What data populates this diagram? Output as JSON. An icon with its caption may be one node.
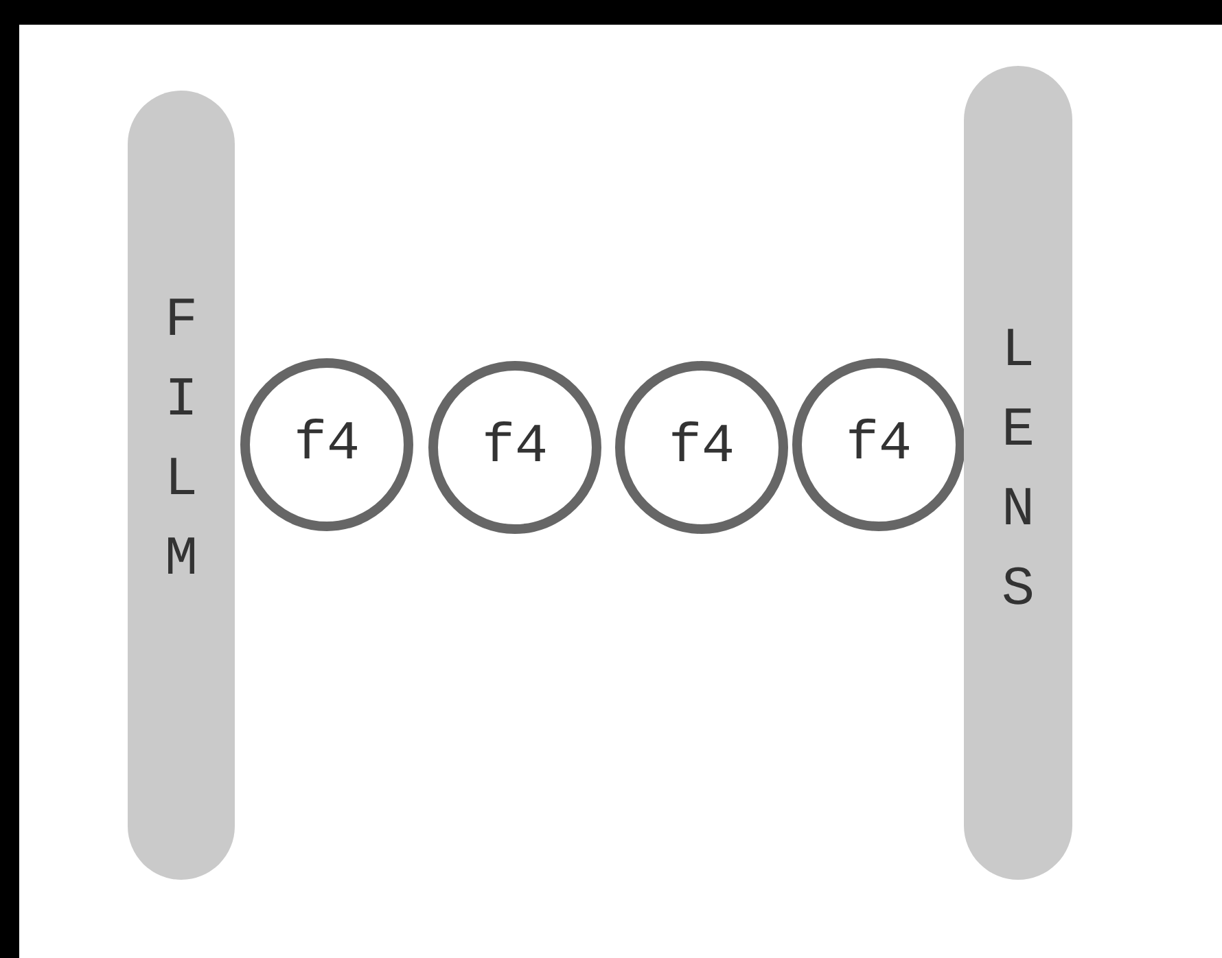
{
  "diagram": {
    "nodes": [
      {
        "text": [
          "FILM"
        ]
      },
      {
        "text": [
          "f4"
        ]
      },
      {
        "text": [
          "f4"
        ]
      },
      {
        "text": [
          "f4"
        ]
      },
      {
        "text": [
          "f4"
        ]
      },
      {
        "text": [
          "LENS"
        ]
      }
    ]
  }
}
